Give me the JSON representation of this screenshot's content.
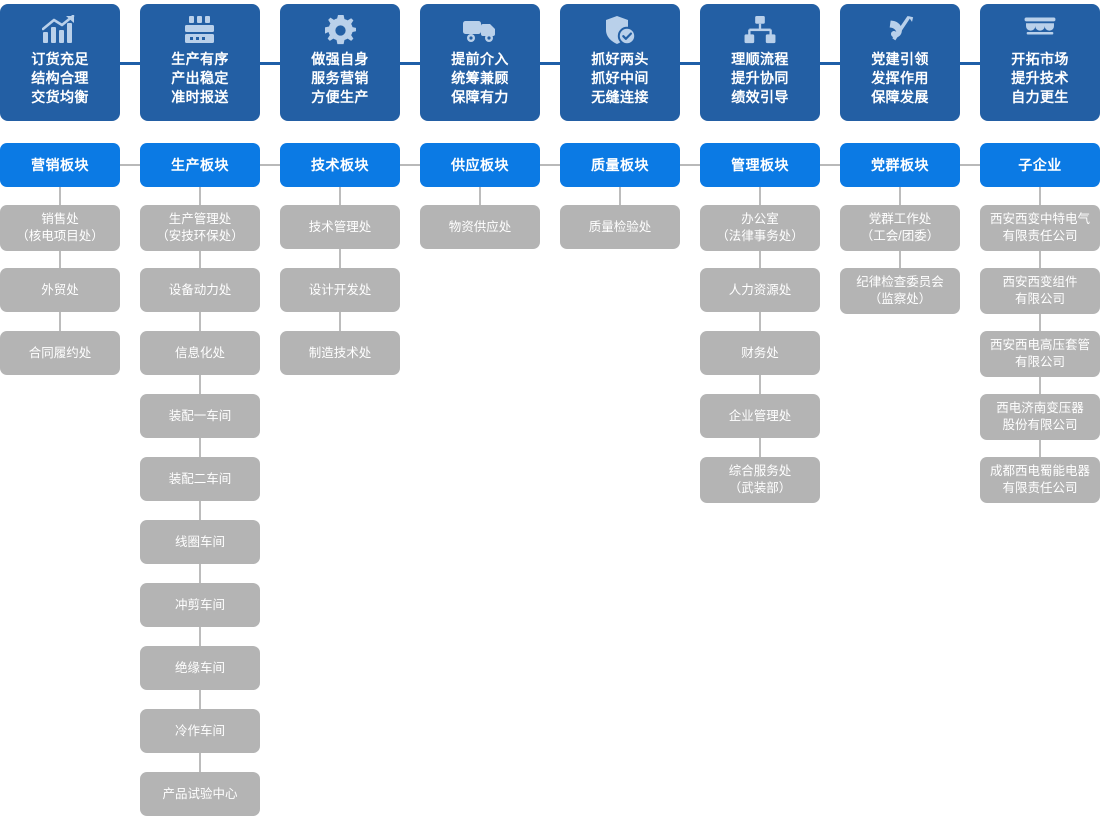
{
  "theme": {
    "card_blue": "#235fa4",
    "header_blue": "#0b7ae4",
    "dept_gray": "#b4b4b4",
    "connector_gray": "#b9b9b9",
    "connector_blue": "#1f5fa8",
    "background": "#ffffff"
  },
  "columns": [
    {
      "id": "marketing",
      "icon": "growth-chart-icon",
      "top_card_lines": [
        "订货充足",
        "结构合理",
        "交货均衡"
      ],
      "header": "营销板块",
      "departments": [
        {
          "lines": [
            "销售处",
            "（核电项目处）"
          ]
        },
        {
          "lines": [
            "外贸处"
          ]
        },
        {
          "lines": [
            "合同履约处"
          ]
        }
      ]
    },
    {
      "id": "production",
      "icon": "factory-icon",
      "top_card_lines": [
        "生产有序",
        "产出稳定",
        "准时报送"
      ],
      "header": "生产板块",
      "departments": [
        {
          "lines": [
            "生产管理处",
            "（安技环保处）"
          ]
        },
        {
          "lines": [
            "设备动力处"
          ]
        },
        {
          "lines": [
            "信息化处"
          ]
        },
        {
          "lines": [
            "装配一车间"
          ]
        },
        {
          "lines": [
            "装配二车间"
          ]
        },
        {
          "lines": [
            "线圈车间"
          ]
        },
        {
          "lines": [
            "冲剪车间"
          ]
        },
        {
          "lines": [
            "绝缘车间"
          ]
        },
        {
          "lines": [
            "冷作车间"
          ]
        },
        {
          "lines": [
            "产品试验中心"
          ]
        }
      ]
    },
    {
      "id": "technology",
      "icon": "gear-icon",
      "top_card_lines": [
        "做强自身",
        "服务营销",
        "方便生产"
      ],
      "header": "技术板块",
      "departments": [
        {
          "lines": [
            "技术管理处"
          ]
        },
        {
          "lines": [
            "设计开发处"
          ]
        },
        {
          "lines": [
            "制造技术处"
          ]
        }
      ]
    },
    {
      "id": "supply",
      "icon": "delivery-truck-icon",
      "top_card_lines": [
        "提前介入",
        "统筹兼顾",
        "保障有力"
      ],
      "header": "供应板块",
      "departments": [
        {
          "lines": [
            "物资供应处"
          ]
        }
      ]
    },
    {
      "id": "quality",
      "icon": "shield-check-icon",
      "top_card_lines": [
        "抓好两头",
        "抓好中间",
        "无缝连接"
      ],
      "header": "质量板块",
      "departments": [
        {
          "lines": [
            "质量检验处"
          ]
        }
      ]
    },
    {
      "id": "management",
      "icon": "org-hierarchy-icon",
      "top_card_lines": [
        "理顺流程",
        "提升协同",
        "绩效引导"
      ],
      "header": "管理板块",
      "departments": [
        {
          "lines": [
            "办公室",
            "（法律事务处）"
          ]
        },
        {
          "lines": [
            "人力资源处"
          ]
        },
        {
          "lines": [
            "财务处"
          ]
        },
        {
          "lines": [
            "企业管理处"
          ]
        },
        {
          "lines": [
            "综合服务处",
            "（武装部）"
          ]
        }
      ]
    },
    {
      "id": "party",
      "icon": "party-emblem-icon",
      "top_card_lines": [
        "党建引领",
        "发挥作用",
        "保障发展"
      ],
      "header": "党群板块",
      "departments": [
        {
          "lines": [
            "党群工作处",
            "（工会/团委）"
          ]
        },
        {
          "lines": [
            "纪律检查委员会",
            "（监察处）"
          ]
        }
      ]
    },
    {
      "id": "subsidiaries",
      "icon": "storefront-icon",
      "top_card_lines": [
        "开拓市场",
        "提升技术",
        "自力更生"
      ],
      "header": "子企业",
      "departments": [
        {
          "lines": [
            "西安西变中特电气",
            "有限责任公司"
          ]
        },
        {
          "lines": [
            "西安西变组件",
            "有限公司"
          ]
        },
        {
          "lines": [
            "西安西电高压套管",
            "有限公司"
          ]
        },
        {
          "lines": [
            "西电济南变压器",
            "股份有限公司"
          ]
        },
        {
          "lines": [
            "成都西电蜀能电器",
            "有限责任公司"
          ]
        }
      ]
    }
  ]
}
